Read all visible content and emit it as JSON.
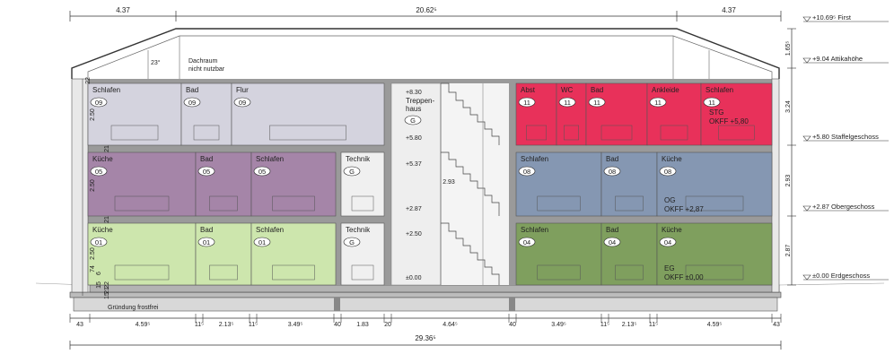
{
  "top_dims": [
    "4.37",
    "20.62⁵",
    "4.37"
  ],
  "bottom_dims": [
    "43",
    "4.59⁵",
    "11⁵",
    "2.13⁵",
    "11⁵",
    "3.49⁵",
    "40",
    "1.83",
    "20",
    "4.64⁵",
    "40",
    "3.49⁵",
    "11⁵",
    "2.13⁵",
    "11⁵",
    "4.59⁵",
    "43"
  ],
  "total_width": "29.36⁵",
  "right_heights": [
    "1.65⁵",
    "3.24",
    "2.93",
    "2.87"
  ],
  "left_heights": [
    "22",
    "2.50",
    "21",
    "2.50",
    "21",
    "2.50",
    "74",
    "6",
    "15",
    "22",
    "21",
    "15"
  ],
  "levels": [
    {
      "value": "+10.69⁵",
      "name": "First"
    },
    {
      "value": "+9.04",
      "name": "Attikahöhe"
    },
    {
      "value": "+5.80",
      "name": "Staffelgeschoss"
    },
    {
      "value": "+2.87",
      "name": "Obergeschoss"
    },
    {
      "value": "±0.00",
      "name": "Erdgeschoss"
    }
  ],
  "roof": {
    "label": "Dachraum\nnicht nutzbar",
    "pitch": "23°"
  },
  "foundation_label": "Gründung frostfrei",
  "rooms": [
    {
      "name": "Schlafen",
      "tag": "09",
      "color": "#d4d3de"
    },
    {
      "name": "Bad",
      "tag": "09",
      "color": "#d4d3de"
    },
    {
      "name": "Flur",
      "tag": "09",
      "color": "#d4d3de"
    },
    {
      "name": "Abst",
      "tag": "11",
      "color": "#e8315a"
    },
    {
      "name": "WC",
      "tag": "11",
      "color": "#e8315a"
    },
    {
      "name": "Bad",
      "tag": "11",
      "color": "#e8315a"
    },
    {
      "name": "Ankleide",
      "tag": "11",
      "color": "#e8315a"
    },
    {
      "name": "Schlafen",
      "tag": "11",
      "color": "#e8315a"
    },
    {
      "name": "Küche",
      "tag": "05",
      "color": "#a585a8"
    },
    {
      "name": "Bad",
      "tag": "05",
      "color": "#a585a8"
    },
    {
      "name": "Schlafen",
      "tag": "05",
      "color": "#a585a8"
    },
    {
      "name": "Technik",
      "tag": "G",
      "color": "#f0f0f0"
    },
    {
      "name": "Schlafen",
      "tag": "08",
      "color": "#8597b2"
    },
    {
      "name": "Bad",
      "tag": "08",
      "color": "#8597b2"
    },
    {
      "name": "Küche",
      "tag": "08",
      "color": "#8597b2"
    },
    {
      "name": "Küche",
      "tag": "01",
      "color": "#cde6ad"
    },
    {
      "name": "Bad",
      "tag": "01",
      "color": "#cde6ad"
    },
    {
      "name": "Schlafen",
      "tag": "01",
      "color": "#cde6ad"
    },
    {
      "name": "Technik",
      "tag": "G",
      "color": "#f0f0f0"
    },
    {
      "name": "Schlafen",
      "tag": "04",
      "color": "#7f9f5e"
    },
    {
      "name": "Bad",
      "tag": "04",
      "color": "#7f9f5e"
    },
    {
      "name": "Küche",
      "tag": "04",
      "color": "#7f9f5e"
    }
  ],
  "stair": {
    "name": "Treppen-\nhaus",
    "tag": "G",
    "flight": "2.93"
  },
  "stair_levels": [
    "+8.30",
    "+5.80",
    "+5.37",
    "+2.87",
    "+2.50",
    "±0.00"
  ],
  "floor_notes": [
    {
      "lines": [
        "STG",
        "OKFF +5,80"
      ]
    },
    {
      "lines": [
        "OG",
        "OKFF +2,87"
      ]
    },
    {
      "lines": [
        "EG",
        "OKFF ±0,00"
      ]
    }
  ]
}
